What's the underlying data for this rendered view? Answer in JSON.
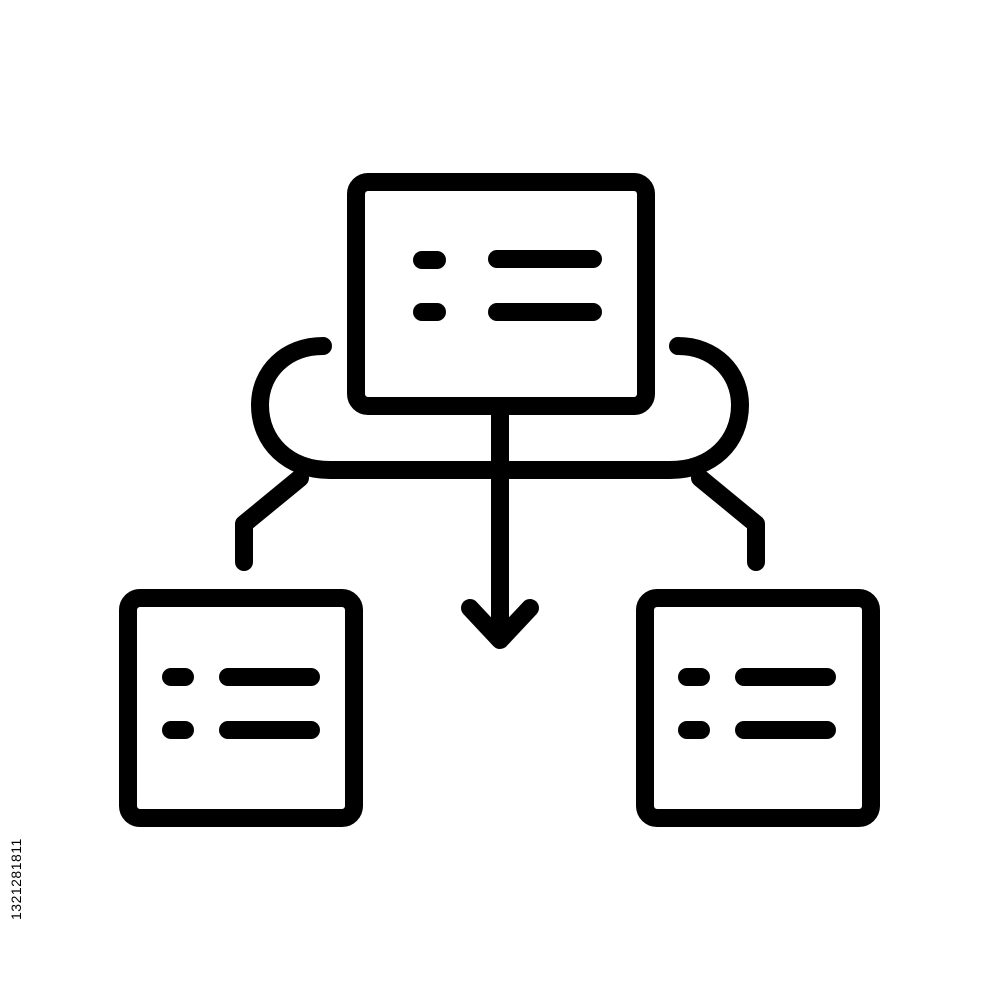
{
  "icon": {
    "name": "hierarchy-flow-icon",
    "stroke_color": "#000000",
    "background_color": "#ffffff",
    "parts": [
      "top-box",
      "left-box",
      "right-box",
      "branch-connector",
      "down-arrow"
    ]
  },
  "stock_id": "1321281811"
}
